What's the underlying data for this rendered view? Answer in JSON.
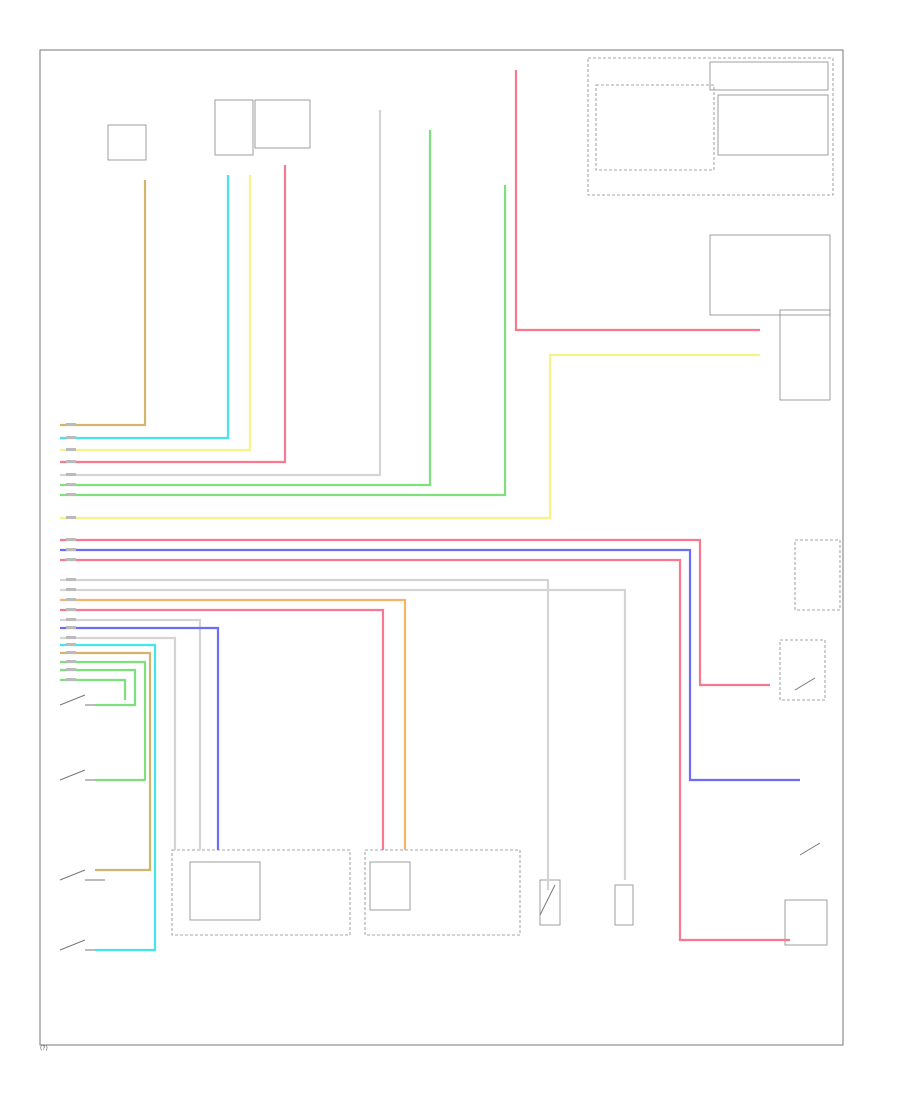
{
  "page_number": "(?)",
  "colors": {
    "tan": "#d4b46a",
    "cyan": "#44e5f0",
    "yellow": "#f6f38a",
    "pink": "#f7798f",
    "gray": "#d4d4d4",
    "green": "#7ee07a",
    "blue": "#6a6ef7",
    "orange": "#f5b46a",
    "black": "#666666",
    "frame": "#777777"
  },
  "wires": [
    {
      "color": "tan"
    },
    {
      "color": "cyan"
    },
    {
      "color": "yellow"
    },
    {
      "color": "pink"
    },
    {
      "color": "gray"
    },
    {
      "color": "green"
    },
    {
      "color": "green"
    },
    {
      "color": "pink"
    },
    {
      "color": "yellow"
    },
    {
      "color": "pink"
    },
    {
      "color": "blue"
    },
    {
      "color": "pink"
    },
    {
      "color": "gray"
    },
    {
      "color": "gray"
    },
    {
      "color": "orange"
    },
    {
      "color": "pink"
    },
    {
      "color": "gray"
    },
    {
      "color": "blue"
    },
    {
      "color": "gray"
    },
    {
      "color": "cyan"
    },
    {
      "color": "tan"
    },
    {
      "color": "green"
    },
    {
      "color": "green"
    },
    {
      "color": "green"
    }
  ]
}
